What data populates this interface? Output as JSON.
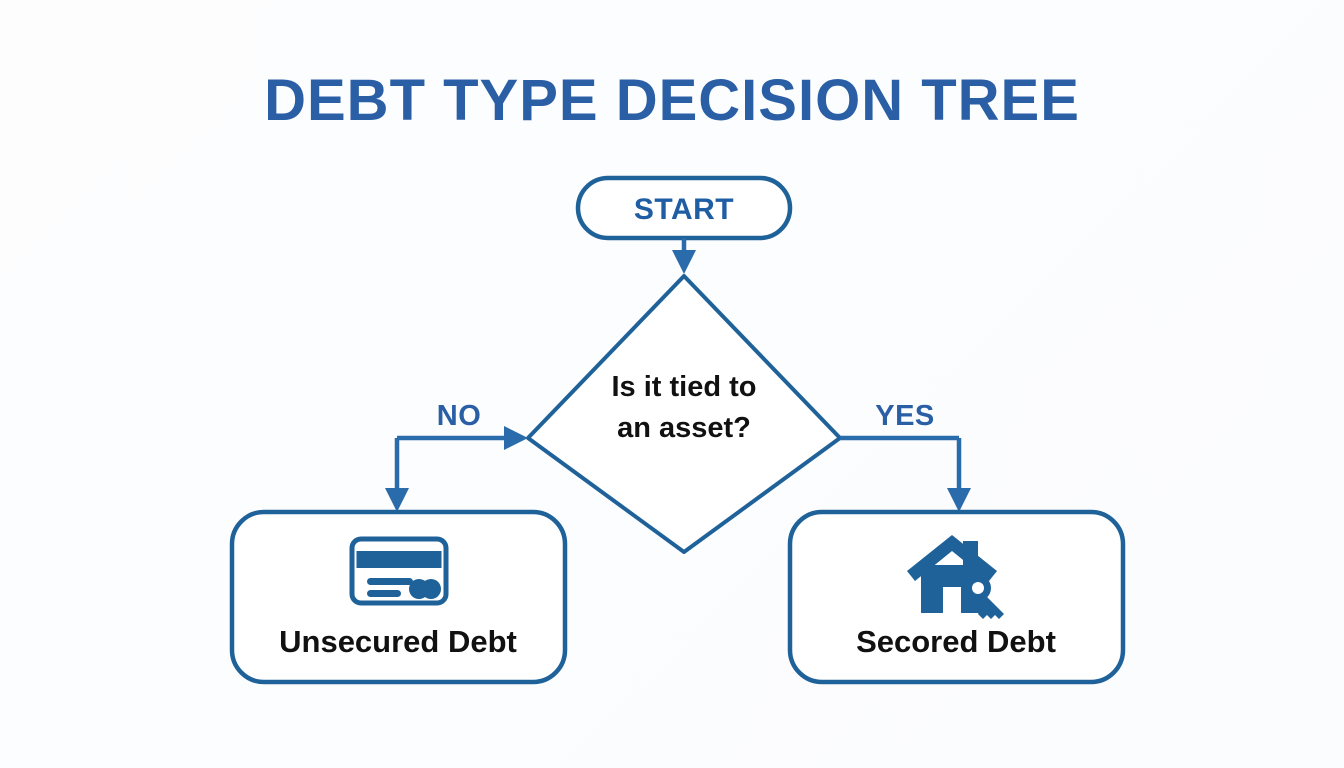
{
  "page": {
    "title": "DEBT TYPE DECISION TREE",
    "background_color": "#fdfdfe",
    "accent_color": "#1f6299",
    "title_color": "#2a5fa5",
    "text_color": "#111111"
  },
  "diagram": {
    "type": "decision-tree-flowchart",
    "start_node": {
      "label": "START",
      "shape": "rounded-pill"
    },
    "decision_node": {
      "label_line1": "Is it tied to",
      "label_line2": "an asset?",
      "shape": "diamond"
    },
    "branches": [
      {
        "label": "NO",
        "side": "left",
        "target": "unsecured-debt"
      },
      {
        "label": "YES",
        "side": "right",
        "target": "secured-debt"
      }
    ],
    "outcomes": [
      {
        "id": "unsecured-debt",
        "label": "Unsecured Debt",
        "icon": "credit-card-icon",
        "shape": "rounded-rect"
      },
      {
        "id": "secured-debt",
        "label": "Secored Debt",
        "icon": "house-key-icon",
        "shape": "rounded-rect"
      }
    ]
  }
}
